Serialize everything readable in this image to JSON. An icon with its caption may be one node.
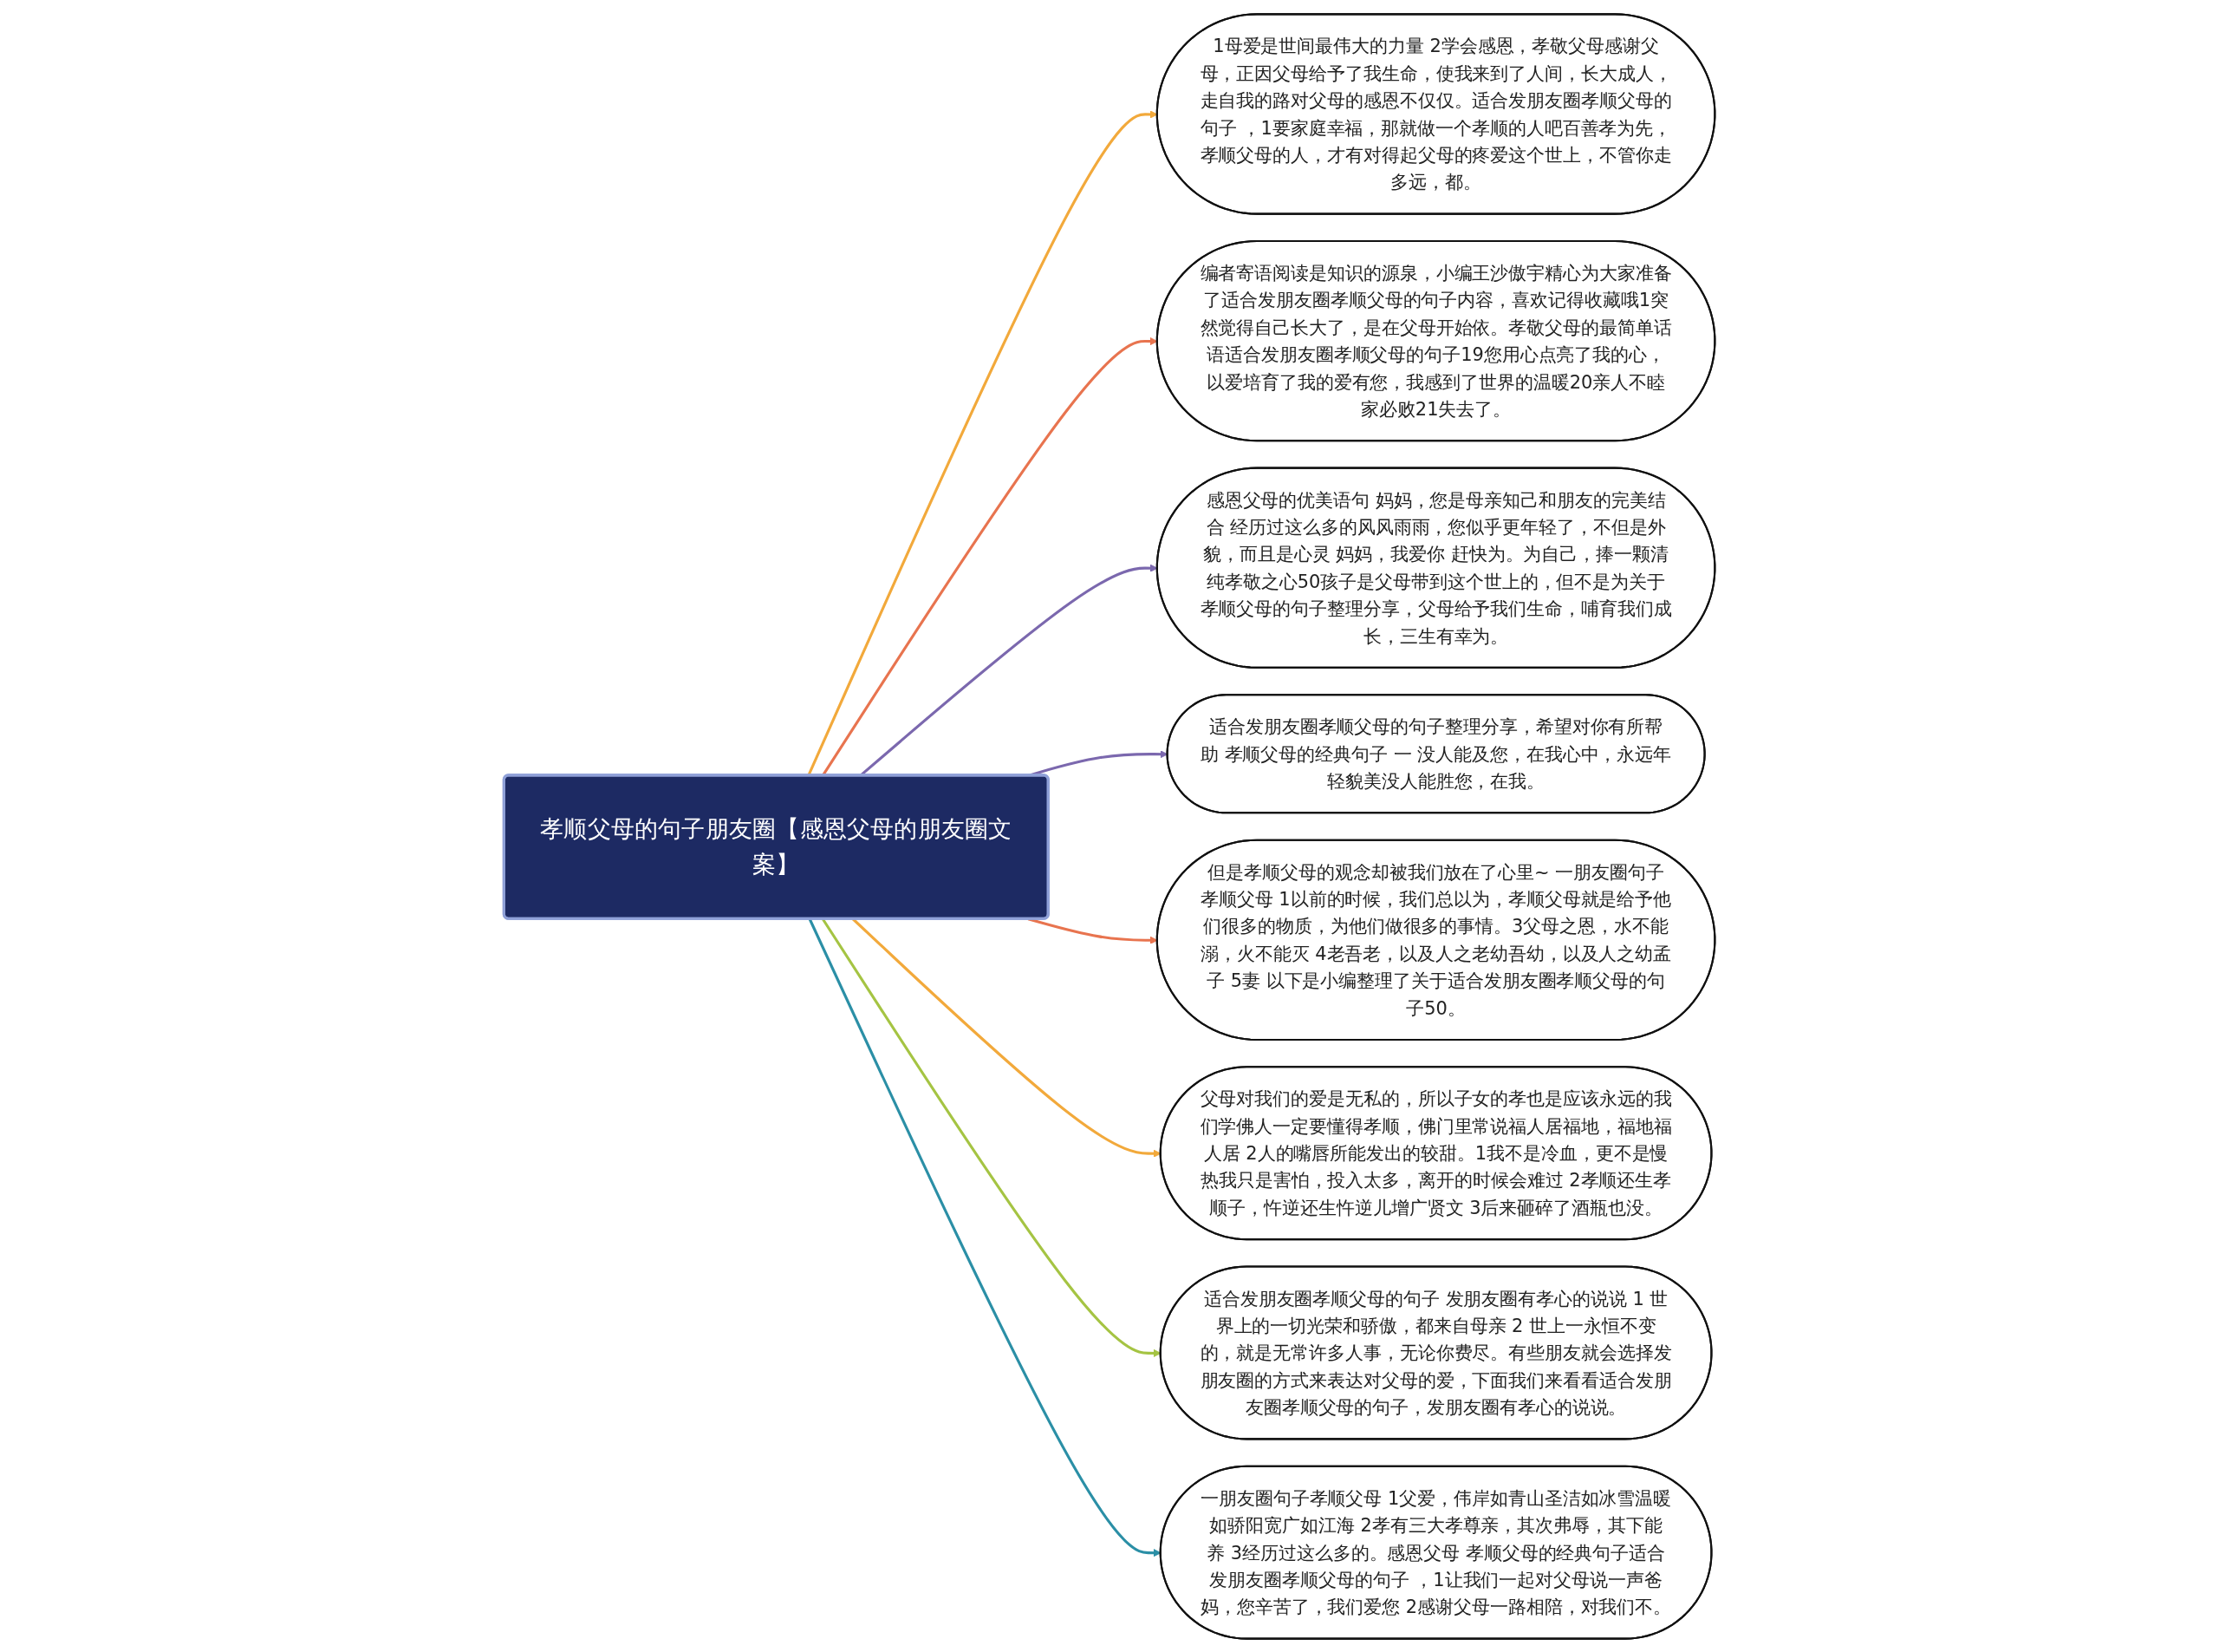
{
  "diagram": {
    "nodes": [
      {
        "text": [
          "孝顺父母的句子朋友圈【感恩父母的朋友圈文案】"
        ]
      },
      {
        "text": [
          "1母爱是世间最伟大的力量 2学会感恩，孝敬父母感谢父母，正因父母给予了我生命，使我来到了人间，长大成人，走自我的路对父母的感恩不仅仅。适合发朋友圈孝顺父母的句子 ，1要家庭幸福，那就做一个孝顺的人吧百善孝为先，孝顺父母的人，才有对得起父母的疼爱这个世上，不管你走多远，都。"
        ]
      },
      {
        "text": [
          "编者寄语阅读是知识的源泉，小编王沙傲宇精心为大家准备了适合发朋友圈孝顺父母的句子内容，喜欢记得收藏哦1突然觉得自己长大了，是在父母开始依。孝敬父母的最简单话语适合发朋友圈孝顺父母的句子19您用心点亮了我的心，以爱培育了我的爱有您，我感到了世界的温暖20亲人不睦家必败21失去了。"
        ]
      },
      {
        "text": [
          "感恩父母的优美语句 妈妈，您是母亲知己和朋友的完美结合 经历过这么多的风风雨雨，您似乎更年轻了，不但是外貌，而且是心灵 妈妈，我爱你 赶快为。为自己，捧一颗清纯孝敬之心50孩子是父母带到这个世上的，但不是为关于孝顺父母的句子整理分享，父母给予我们生命，哺育我们成长，三生有幸为。"
        ]
      },
      {
        "text": [
          "适合发朋友圈孝顺父母的句子整理分享，希望对你有所帮助 孝顺父母的经典句子 一 没人能及您，在我心中，永远年轻貌美没人能胜您，在我。"
        ]
      },
      {
        "text": [
          "但是孝顺父母的观念却被我们放在了心里~ 一朋友圈句子孝顺父母 1以前的时候，我们总以为，孝顺父母就是给予他们很多的物质，为他们做很多的事情。3父母之恩，水不能溺，火不能灭 4老吾老，以及人之老幼吾幼，以及人之幼孟子 5妻 以下是小编整理了关于适合发朋友圈孝顺父母的句子50。"
        ]
      },
      {
        "text": [
          "父母对我们的爱是无私的，所以子女的孝也是应该永远的我们学佛人一定要懂得孝顺，佛门里常说福人居福地，福地福人居 2人的嘴唇所能发出的较甜。1我不是冷血，更不是慢热我只是害怕，投入太多，离开的时候会难过 2孝顺还生孝顺子，忤逆还生忤逆儿增广贤文 3后来砸碎了酒瓶也没。"
        ]
      },
      {
        "text": [
          "适合发朋友圈孝顺父母的句子 发朋友圈有孝心的说说 1 世界上的一切光荣和骄傲，都来自母亲 2 世上一永恒不变的，就是无常许多人事，无论你费尽。有些朋友就会选择发朋友圈的方式来表达对父母的爱，下面我们来看看适合发朋友圈孝顺父母的句子，发朋友圈有孝心的说说。"
        ]
      },
      {
        "text": [
          "一朋友圈句子孝顺父母 1父爱，伟岸如青山圣洁如冰雪温暖如骄阳宽广如江海 2孝有三大孝尊亲，其次弗辱，其下能养 3经历过这么多的。感恩父母 孝顺父母的经典句子适合发朋友圈孝顺父母的句子 ，1让我们一起对父母说一声爸妈，您辛苦了，我们爱您 2感谢父母一路相陪，对我们不。"
        ]
      }
    ],
    "edges": [
      {
        "from": 0,
        "to": 1,
        "arrow": "to",
        "color": "#f2a93b"
      },
      {
        "from": 0,
        "to": 2,
        "arrow": "to",
        "color": "#e8744f"
      },
      {
        "from": 0,
        "to": 3,
        "arrow": "to",
        "color": "#7b68ae"
      },
      {
        "from": 0,
        "to": 4,
        "arrow": "to",
        "color": "#7b68ae"
      },
      {
        "from": 0,
        "to": 5,
        "arrow": "to",
        "color": "#e8744f"
      },
      {
        "from": 0,
        "to": 6,
        "arrow": "to",
        "color": "#f2a93b"
      },
      {
        "from": 0,
        "to": 7,
        "arrow": "to",
        "color": "#a5c443"
      },
      {
        "from": 0,
        "to": 8,
        "arrow": "to",
        "color": "#2b8fa6"
      }
    ]
  }
}
